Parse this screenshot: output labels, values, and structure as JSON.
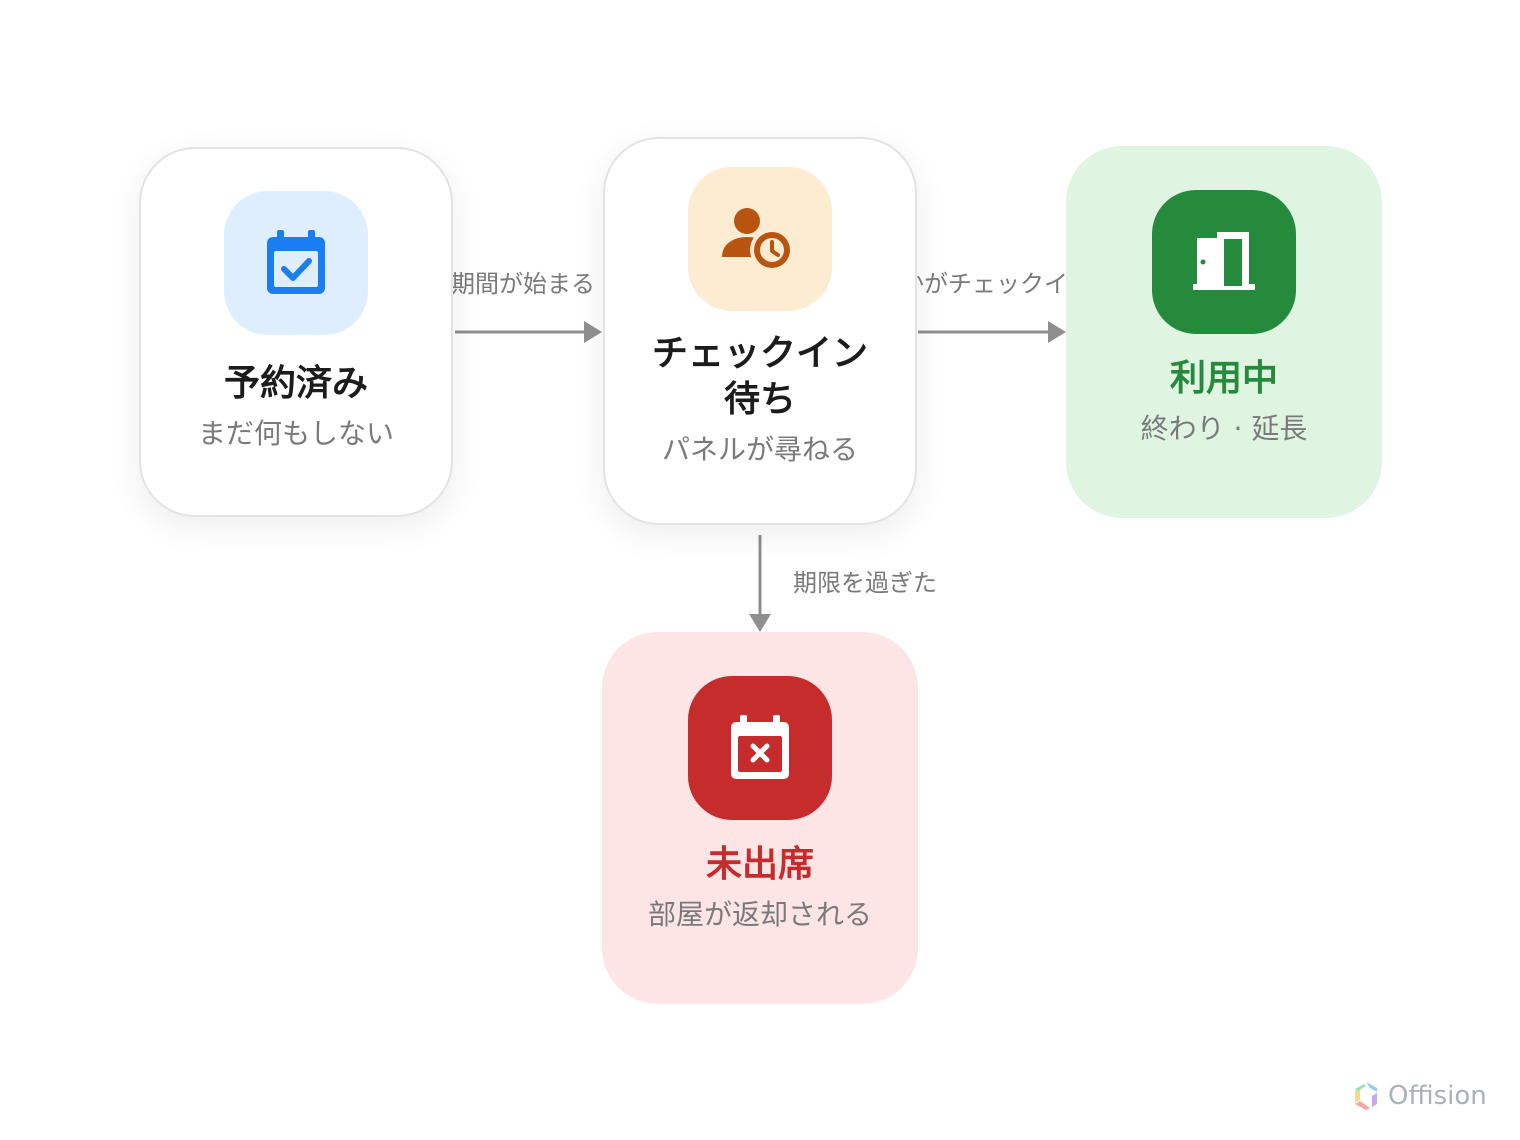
{
  "nodes": {
    "reserved": {
      "title": "予約済み",
      "subtitle": "まだ何もしない",
      "icon": "calendar-check-icon",
      "accent": "#1a7df2",
      "tile_color": "#dfeefe"
    },
    "waiting": {
      "title_line1": "チェックイン",
      "title_line2": "待ち",
      "subtitle": "パネルが尋ねる",
      "icon": "person-clock-icon",
      "accent": "#b85410",
      "tile_color": "#feecd2"
    },
    "in_use": {
      "title": "利用中",
      "subtitle": "終わり · 延長",
      "icon": "door-icon",
      "accent": "#268a3d",
      "background": "#dff5e2"
    },
    "no_show": {
      "title": "未出席",
      "subtitle": "部屋が返却される",
      "icon": "calendar-x-icon",
      "accent": "#c62c2c",
      "background": "#fde5e5"
    }
  },
  "edges": [
    {
      "from": "reserved",
      "to": "waiting",
      "label": "期間が始まる"
    },
    {
      "from": "waiting",
      "to": "in_use",
      "label": "誰かがチェックイン"
    },
    {
      "from": "waiting",
      "to": "no_show",
      "label": "期限を過ぎた"
    }
  ],
  "brand": {
    "name": "Offision",
    "icon": "offision-logo-icon"
  }
}
